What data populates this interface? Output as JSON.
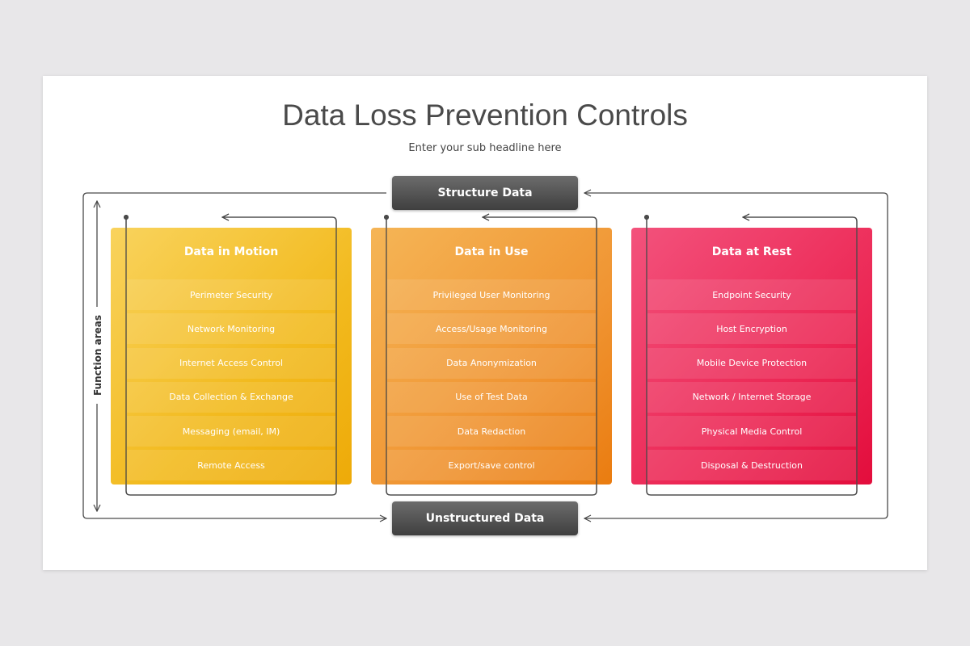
{
  "title": "Data Loss Prevention Controls",
  "subtitle": "Enter your sub headline here",
  "top_box": "Structure Data",
  "bottom_box": "Unstructured Data",
  "side_label": "Function areas",
  "columns": [
    {
      "title": "Data in Motion",
      "color": "#f2ba1e",
      "items": [
        "Perimeter Security",
        "Network Monitoring",
        "Internet Access Control",
        "Data Collection & Exchange",
        "Messaging (email, IM)",
        "Remote Access"
      ]
    },
    {
      "title": "Data in Use",
      "color": "#f09533",
      "items": [
        "Privileged User Monitoring",
        "Access/Usage Monitoring",
        "Data Anonymization",
        "Use of Test Data",
        "Data Redaction",
        "Export/save control"
      ]
    },
    {
      "title": "Data at Rest",
      "color": "#ec2956",
      "items": [
        "Endpoint Security",
        "Host Encryption",
        "Mobile Device Protection",
        "Network / Internet Storage",
        "Physical Media Control",
        "Disposal & Destruction"
      ]
    }
  ]
}
